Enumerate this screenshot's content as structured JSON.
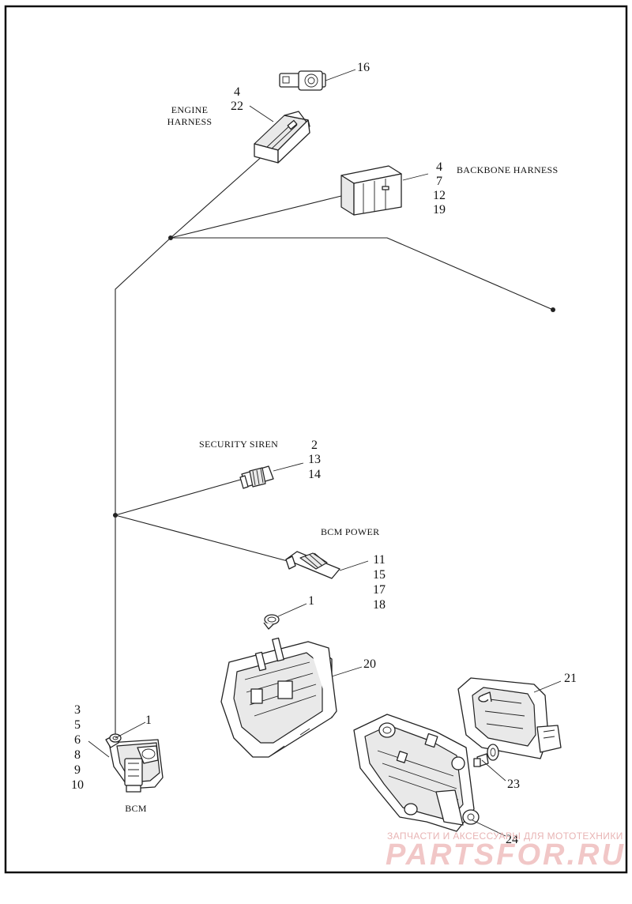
{
  "labels": {
    "engine_harness_line1": "ENGINE",
    "engine_harness_line2": "HARNESS",
    "backbone_harness": "BACKBONE HARNESS",
    "security_siren": "SECURITY SIREN",
    "bcm_power": "BCM POWER",
    "bcm": "BCM"
  },
  "callouts": {
    "fuse_holder": [
      "16"
    ],
    "engine_harness": [
      "4",
      "22"
    ],
    "backbone_harness": [
      "4",
      "7",
      "12",
      "19"
    ],
    "security_siren": [
      "2",
      "13",
      "14"
    ],
    "bcm_power": [
      "11",
      "15",
      "17",
      "18"
    ],
    "clip_upper": [
      "1"
    ],
    "bracket_center": [
      "20"
    ],
    "cover_right": [
      "21"
    ],
    "screw": [
      "23"
    ],
    "bracket_lower": [
      "24"
    ],
    "bcm_list": [
      "3",
      "5",
      "6",
      "8",
      "9",
      "10"
    ],
    "bcm_clip": [
      "1"
    ]
  },
  "watermark": {
    "line1": "ЗАПЧАСТИ И АКСЕССУАРЫ ДЛЯ МОТОТЕХНИКИ",
    "line2": "PARTSFOR.RU"
  }
}
